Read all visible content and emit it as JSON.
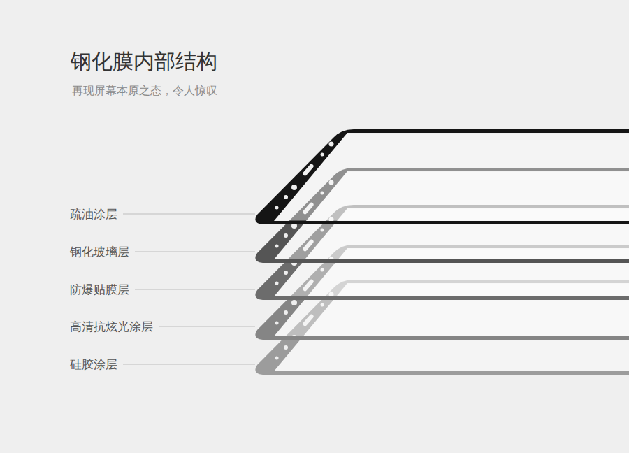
{
  "diagram": {
    "title": "钢化膜内部结构",
    "caption": "再现屏幕本原之态，令人惊叹",
    "labels": [
      "疏油涂层",
      "钢化玻璃层",
      "防爆贴膜层",
      "高清抗炫光涂层",
      "硅胶涂层"
    ]
  }
}
